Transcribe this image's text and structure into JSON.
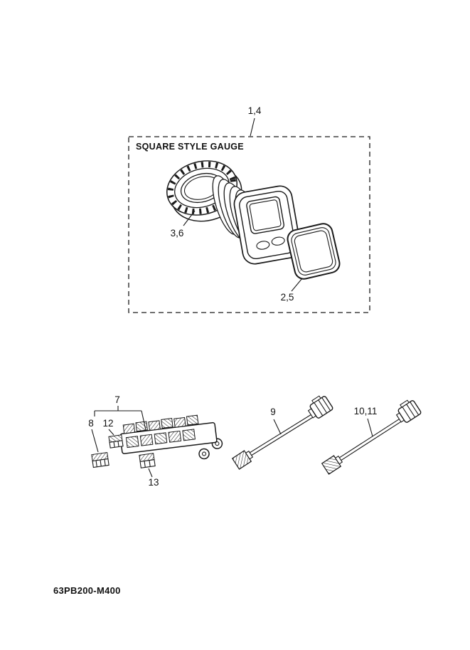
{
  "diagram": {
    "title": "SQUARE STYLE GAUGE",
    "part_code": "63PB200-M400"
  },
  "callouts": {
    "gauge_assembly": "1,4",
    "gasket": "2,5",
    "ring_nut": "3,6",
    "harness": "7",
    "connector_8": "8",
    "cable_9": "9",
    "cable_10_11": "10,11",
    "connector_12": "12",
    "connector_13": "13"
  }
}
